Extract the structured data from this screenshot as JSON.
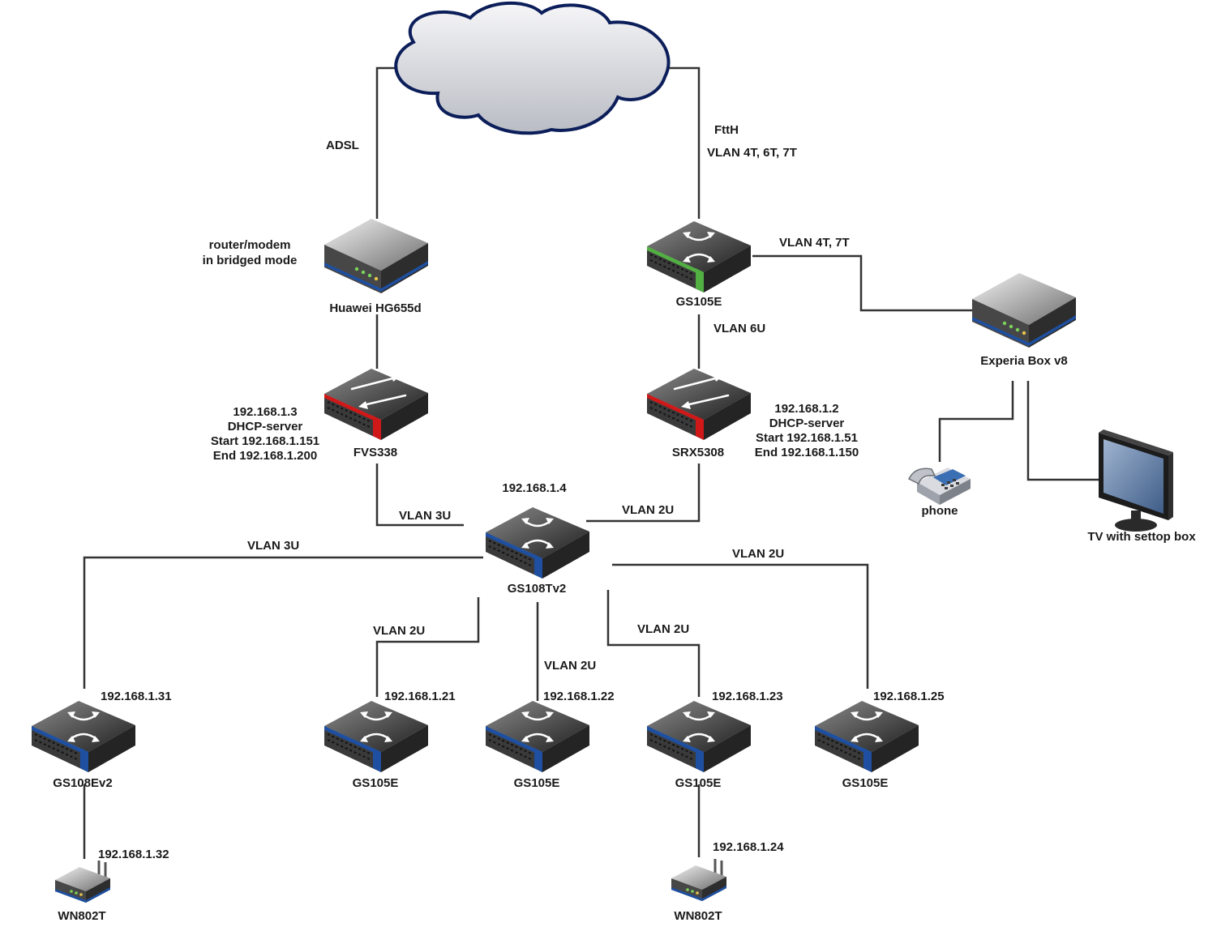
{
  "colors": {
    "switch_blue": "#1e4fa0",
    "switch_green": "#52b043",
    "firewall_red": "#d01818",
    "device_body": "#3c3c3c",
    "cloud_stroke": "#0c1e5a",
    "link": "#333333"
  },
  "cloud": {
    "icon": "cloud-icon"
  },
  "links": {
    "adsl": "ADSL",
    "ftth": "FttH",
    "ftth_vlan": "VLAN 4T, 6T, 7T",
    "experia_vlan": "VLAN 4T, 7T",
    "srx_vlan": "VLAN 6U",
    "fvs_core_vlan": "VLAN 3U",
    "srx_core_vlan": "VLAN 2U",
    "left_branch_vlan": "VLAN 3U",
    "right_branch_vlan": "VLAN 2U",
    "branch2_vlan": "VLAN 2U",
    "branch3_vlan": "VLAN 2U",
    "branch4_vlan": "VLAN 2U"
  },
  "devices": {
    "huawei": {
      "name": "Huawei HG655d",
      "note1": "router/modem",
      "note2": "in bridged mode",
      "icon": "router-icon"
    },
    "gs105e_top": {
      "name": "GS105E",
      "icon": "switch-icon"
    },
    "experia": {
      "name": "Experia Box v8",
      "icon": "router-icon"
    },
    "phone": {
      "name": "phone",
      "icon": "phone-icon"
    },
    "tv": {
      "name": "TV with settop box",
      "icon": "tv-icon"
    },
    "fvs338": {
      "name": "FVS338",
      "icon": "firewall-icon",
      "lines": [
        "192.168.1.3",
        "DHCP-server",
        "Start 192.168.1.151",
        "End 192.168.1.200"
      ]
    },
    "srx5308": {
      "name": "SRX5308",
      "icon": "firewall-icon",
      "lines": [
        "192.168.1.2",
        "DHCP-server",
        "Start 192.168.1.51",
        "End 192.168.1.150"
      ]
    },
    "core": {
      "name": "GS108Tv2",
      "ip": "192.168.1.4",
      "icon": "switch-icon"
    },
    "sw_31": {
      "name": "GS108Ev2",
      "ip": "192.168.1.31",
      "icon": "switch-icon"
    },
    "sw_21": {
      "name": "GS105E",
      "ip": "192.168.1.21",
      "icon": "switch-icon"
    },
    "sw_22": {
      "name": "GS105E",
      "ip": "192.168.1.22",
      "icon": "switch-icon"
    },
    "sw_23": {
      "name": "GS105E",
      "ip": "192.168.1.23",
      "icon": "switch-icon"
    },
    "sw_25": {
      "name": "GS105E",
      "ip": "192.168.1.25",
      "icon": "switch-icon"
    },
    "ap_32": {
      "name": "WN802T",
      "ip": "192.168.1.32",
      "icon": "access-point-icon"
    },
    "ap_24": {
      "name": "WN802T",
      "ip": "192.168.1.24",
      "icon": "access-point-icon"
    }
  }
}
